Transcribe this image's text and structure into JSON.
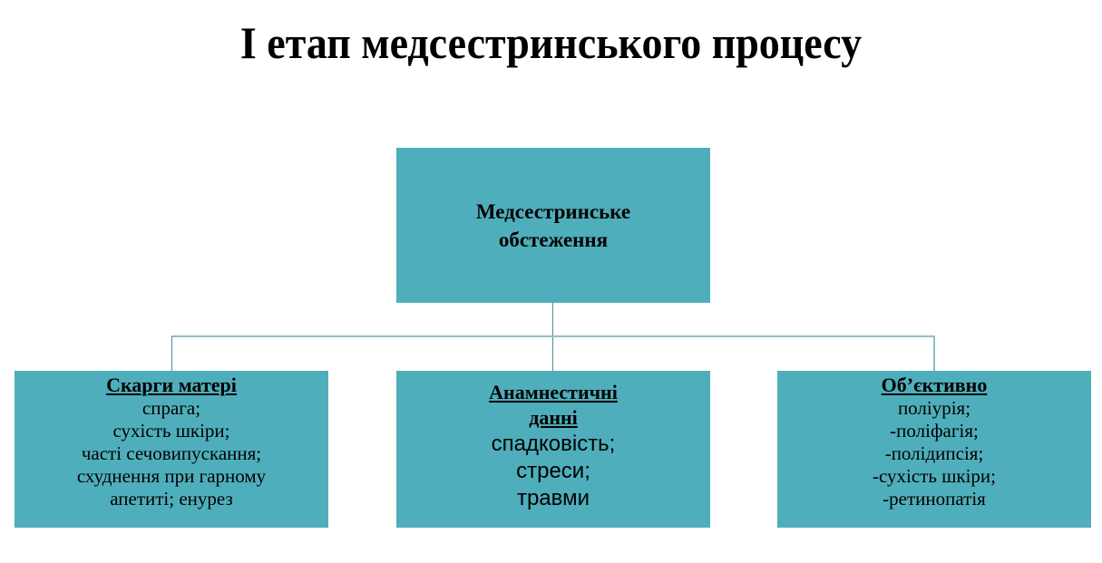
{
  "title": "I етап медсестринського процесу",
  "root": {
    "line1": "Медсестринське",
    "line2": "обстеження"
  },
  "children": [
    {
      "heading": "Скарги матері",
      "items": [
        "спрага;",
        "сухість шкіри;",
        "часті сечовипускання;",
        "схуднення при гарному",
        "апетиті; енурез"
      ]
    },
    {
      "heading_line1": "Анамнестичні",
      "heading_line2": "данні",
      "items": [
        "спадковість;",
        "стреси;",
        "травми"
      ]
    },
    {
      "heading": "Об’єктивно",
      "items": [
        "поліурія;",
        "-поліфагія;",
        "-полідипсія;",
        "-сухість шкіри;",
        "-ретинопатія"
      ]
    }
  ],
  "colors": {
    "box_fill": "#4faebb",
    "connector": "#8fbfc5"
  }
}
